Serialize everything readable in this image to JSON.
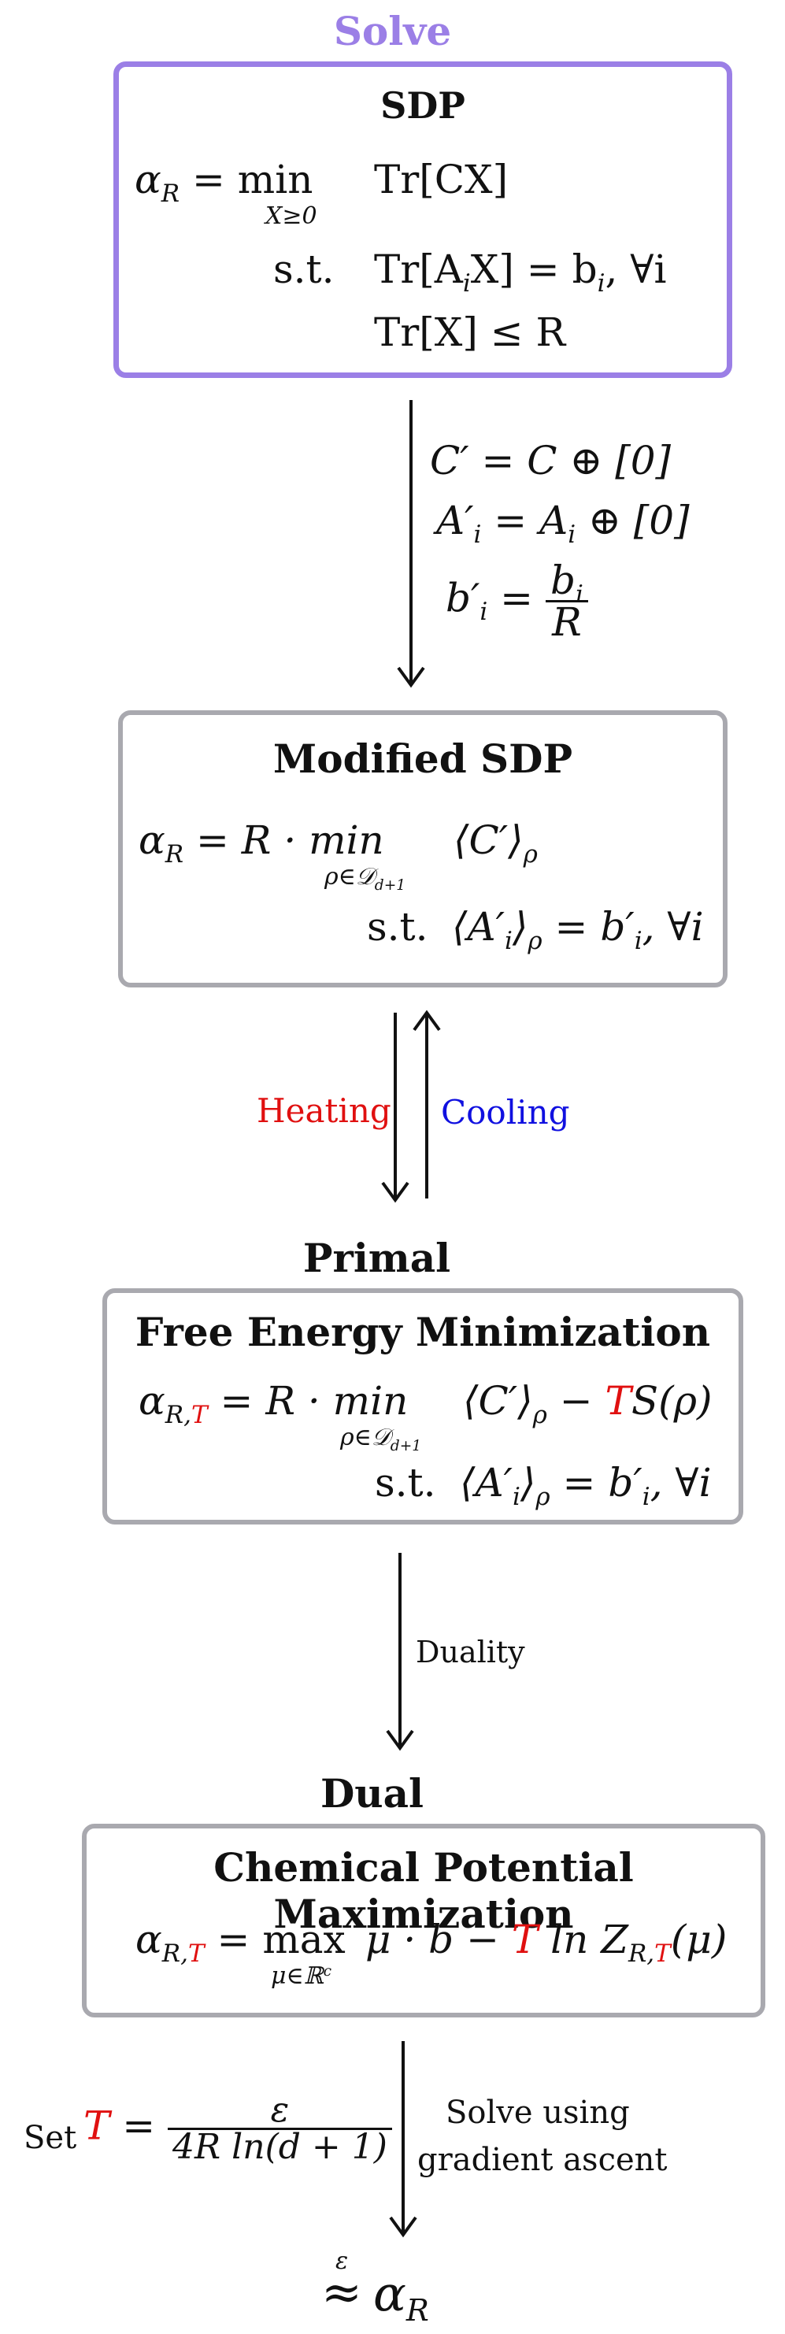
{
  "solve_label": "Solve",
  "colors": {
    "accent": "#9b7fe6",
    "box_border": "#a9a9af",
    "temperature": "#e01010",
    "cooling": "#1010e0",
    "heating": "#e01010"
  },
  "sdp": {
    "title": "SDP",
    "lhs": "α",
    "lhs_sub": "R",
    "eq": " = min",
    "min_under": "X≥0",
    "objective": "Tr[CX]",
    "st": "s.t.",
    "constraint1": "Tr[A",
    "constraint1_sub": "i",
    "constraint1_rest": "X] = b",
    "constraint1_sub2": "i",
    "constraint1_tail": ", ∀i",
    "constraint2": "Tr[X] ≤ R"
  },
  "transform": {
    "line1": "C′ = C ⊕ [0]",
    "line2_a": "A′",
    "line2_sub": "i",
    "line2_b": " = A",
    "line2_sub2": "i",
    "line2_c": " ⊕ [0]",
    "line3_a": "b′",
    "line3_sub": "i",
    "line3_eq": " = ",
    "line3_num": "b",
    "line3_num_sub": "i",
    "line3_den": "R"
  },
  "modified": {
    "title": "Modified SDP",
    "lhs": "α",
    "lhs_sub": "R",
    "eq": " = R · min",
    "min_under": "ρ∈𝒟",
    "min_under_sub": "d+1",
    "objective": "⟨C′⟩",
    "objective_sub": "ρ",
    "st": "s.t.",
    "constraint_a": "⟨A′",
    "constraint_sub": "i",
    "constraint_b": "⟩",
    "constraint_sub2": "ρ",
    "constraint_c": " = b′",
    "constraint_sub3": "i",
    "constraint_d": ", ∀i"
  },
  "heating_label": "Heating",
  "cooling_label": "Cooling",
  "primal_label": "Primal",
  "primal": {
    "title": "Free Energy Minimization",
    "lhs": "α",
    "lhs_sub": "R,",
    "lhs_sub_t": "T",
    "eq": " = R · min",
    "min_under": "ρ∈𝒟",
    "min_under_sub": "d+1",
    "objective": "⟨C′⟩",
    "objective_sub": "ρ",
    "minus": " − ",
    "t": "T",
    "entropy": "S(ρ)",
    "st": "s.t.",
    "constraint_a": "⟨A′",
    "constraint_sub": "i",
    "constraint_b": "⟩",
    "constraint_sub2": "ρ",
    "constraint_c": " = b′",
    "constraint_sub3": "i",
    "constraint_d": ", ∀i"
  },
  "duality_label": "Duality",
  "dual_label": "Dual",
  "dual": {
    "title": "Chemical Potential Maximization",
    "lhs": "α",
    "lhs_sub": "R,",
    "lhs_sub_t": "T",
    "eq": " = max",
    "max_under": "μ∈ℝ",
    "max_under_sup": "c",
    "objective": "μ · b − ",
    "t": "T",
    "log": " ln Z",
    "z_sub": "R,",
    "z_sub_t": "T",
    "z_arg": "(μ)"
  },
  "set_label": "Set",
  "set_t": "T",
  "set_eq": " = ",
  "set_num": "ε",
  "set_den": "4R ln(d + 1)",
  "solve_using_line1": "Solve using",
  "solve_using_line2": "gradient ascent",
  "result_eps": "ε",
  "result_approx": "≈",
  "result_alpha": "α",
  "result_sub": "R"
}
